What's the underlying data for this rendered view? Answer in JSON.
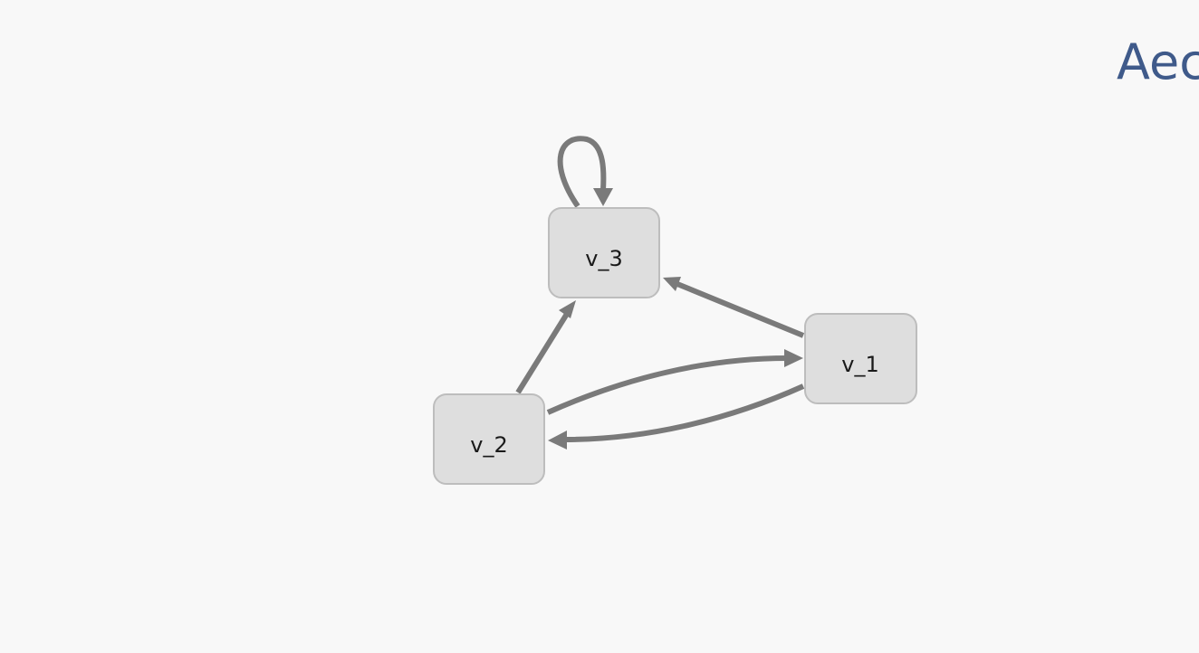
{
  "title": "Aec",
  "colors": {
    "background": "#f8f8f8",
    "node_fill": "#dedede",
    "node_border": "#bdbdbd",
    "edge": "#7a7a7a",
    "title": "#3f5a8a"
  },
  "graph": {
    "nodes": [
      {
        "id": "v_3",
        "label": "v_3"
      },
      {
        "id": "v_2",
        "label": "v_2"
      },
      {
        "id": "v_1",
        "label": "v_1"
      }
    ],
    "edges": [
      {
        "from": "v_3",
        "to": "v_3"
      },
      {
        "from": "v_2",
        "to": "v_3"
      },
      {
        "from": "v_1",
        "to": "v_3"
      },
      {
        "from": "v_2",
        "to": "v_1"
      },
      {
        "from": "v_1",
        "to": "v_2"
      }
    ]
  }
}
